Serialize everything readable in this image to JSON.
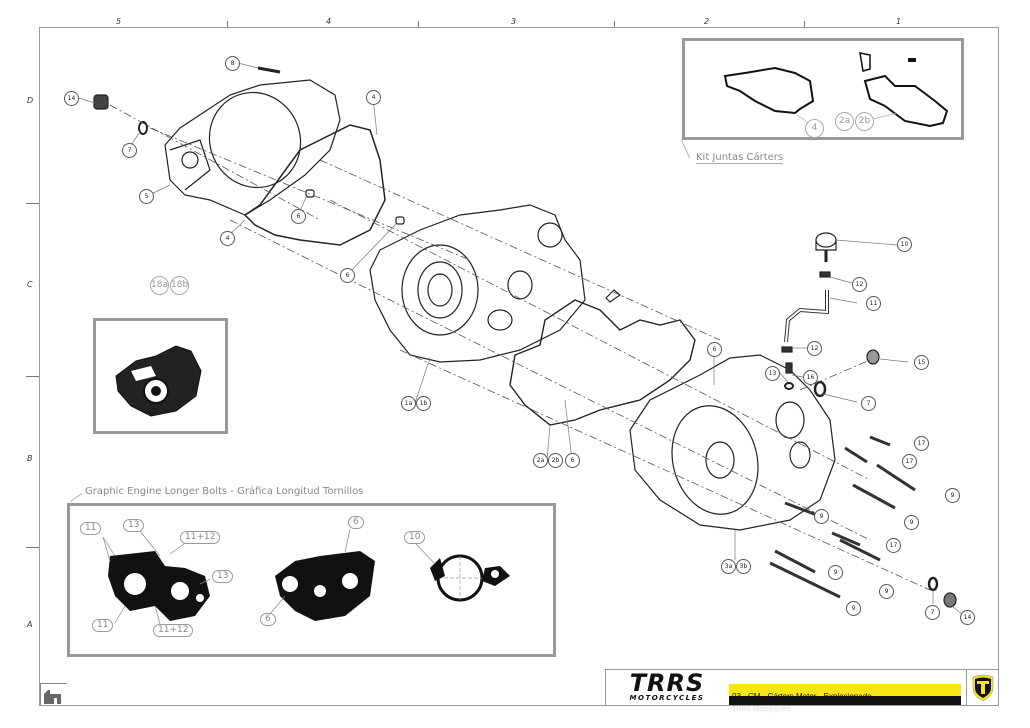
{
  "sheet": {
    "zone_columns": [
      "5",
      "4",
      "3",
      "2",
      "1"
    ],
    "zone_rows": [
      "D",
      "C",
      "B",
      "A"
    ]
  },
  "title_block": {
    "brand_logo": "TRRS",
    "brand_sub": "MOTORCYCLES",
    "title": "03 - CM - Cárters Motor - Explosionado",
    "company": "TRRS Motorcycles",
    "accent_color": "#f5e614",
    "dark_color": "#111111",
    "emblem_icon": "trrs-shield-icon"
  },
  "kit": {
    "caption": "Kit Juntas Cárters",
    "balloons": [
      "4",
      "2a",
      "2b"
    ]
  },
  "inset_18": {
    "balloons": [
      "18a",
      "18b"
    ]
  },
  "bolts_panel": {
    "caption": "Graphic Engine Longer Bolts - Gráfica Longitud Tornillos",
    "view1_labels": [
      "11",
      "13",
      "11+12",
      "13",
      "11",
      "11+12"
    ],
    "view2_labels": [
      "6",
      "6"
    ],
    "view3_labels": [
      "10"
    ]
  },
  "balloons": {
    "b8": "8",
    "b14a": "14",
    "b7a": "7",
    "b5": "5",
    "b4a": "4",
    "b4b": "4",
    "b6a": "6",
    "b6b": "6",
    "b1a": "1a",
    "b1b": "1b",
    "b2a": "2a",
    "b2b": "2b",
    "b6c": "6",
    "b6d": "6",
    "b10": "10",
    "b12a": "12",
    "b11": "11",
    "b12b": "12",
    "b13": "13",
    "b16": "16",
    "b15": "15",
    "b7b": "7",
    "b17a": "17",
    "b17b": "17",
    "b9a": "9",
    "b9b": "9",
    "b9c": "9",
    "b17c": "17",
    "b9d": "9",
    "b9e": "9",
    "b3a": "3a",
    "b3b": "3b",
    "b7c": "7",
    "b14b": "14"
  }
}
